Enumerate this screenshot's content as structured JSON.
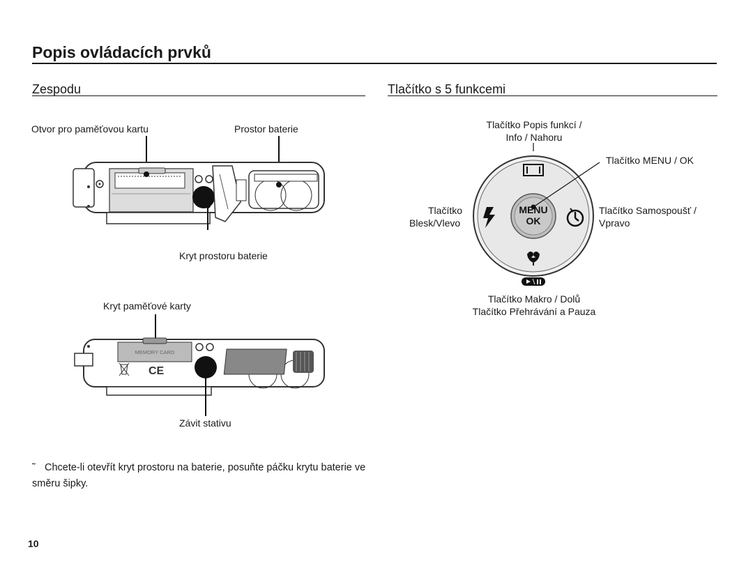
{
  "page_title": "Popis ovládacích prvků",
  "bottom": {
    "heading": "Zespodu",
    "labels": {
      "memory_slot": "Otvor pro paměťovou kartu",
      "battery_chamber": "Prostor baterie",
      "battery_cover": "Kryt prostoru baterie",
      "card_cover": "Kryt paměťové karty",
      "tripod_socket": "Závit stativu"
    },
    "memory_card_print": "MEMORY CARD"
  },
  "five_function": {
    "heading": "Tlačítko s 5 funkcemi",
    "labels": {
      "up_line1": "Tlačítko Popis funkcí /",
      "up_line2": "Info / Nahoru",
      "menu_ok": "Tlačítko MENU / OK",
      "left_line1": "Tlačítko",
      "left_line2": "Blesk/Vlevo",
      "right_line1": "Tlačítko Samospoušť /",
      "right_line2": "Vpravo",
      "down_line1": "Tlačítko Makro / Dolů",
      "down_line2": "Tlačítko Přehrávání a Pauza"
    },
    "center_button": {
      "top": "MENU",
      "bottom": "OK"
    }
  },
  "note": {
    "bullet": "˜",
    "text": "Chcete-li otevřít kryt prostoru na baterie, posuňte páčku krytu baterie ve směru šipky."
  },
  "page_number": "10"
}
